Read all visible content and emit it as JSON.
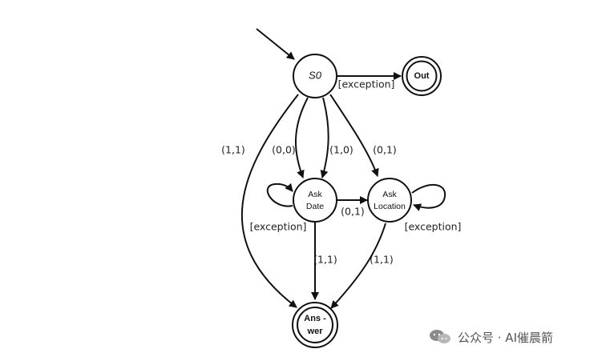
{
  "nodes": {
    "s0": "S0",
    "out": "Out",
    "ask_date": [
      "Ask",
      "Date"
    ],
    "ask_location": [
      "Ask",
      "Location"
    ],
    "answer": [
      "Ans -",
      "wer"
    ]
  },
  "edges": {
    "s0_out": "[exception]",
    "s0_answer": "(1,1)",
    "s0_askdate_00": "(0,0)",
    "s0_askdate_10": "(1,0)",
    "s0_asklocation": "(0,1)",
    "askdate_asklocation": "(0,1)",
    "askdate_self": "[exception]",
    "asklocation_self": "[exception]",
    "askdate_answer": "(1,1)",
    "asklocation_answer": "(1,1)"
  },
  "watermark": {
    "text": "公众号 · AI催晨箭"
  },
  "colors": {
    "stroke": "#111111",
    "text": "#222222",
    "watermark": "#555555"
  }
}
